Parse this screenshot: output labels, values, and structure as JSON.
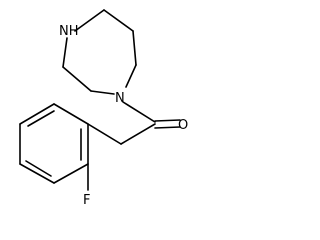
{
  "molecule": {
    "atom_labels": {
      "amine_nitrogen": "NH",
      "amide_nitrogen": "N",
      "carbonyl_oxygen": "O",
      "fluorine": "F"
    }
  }
}
